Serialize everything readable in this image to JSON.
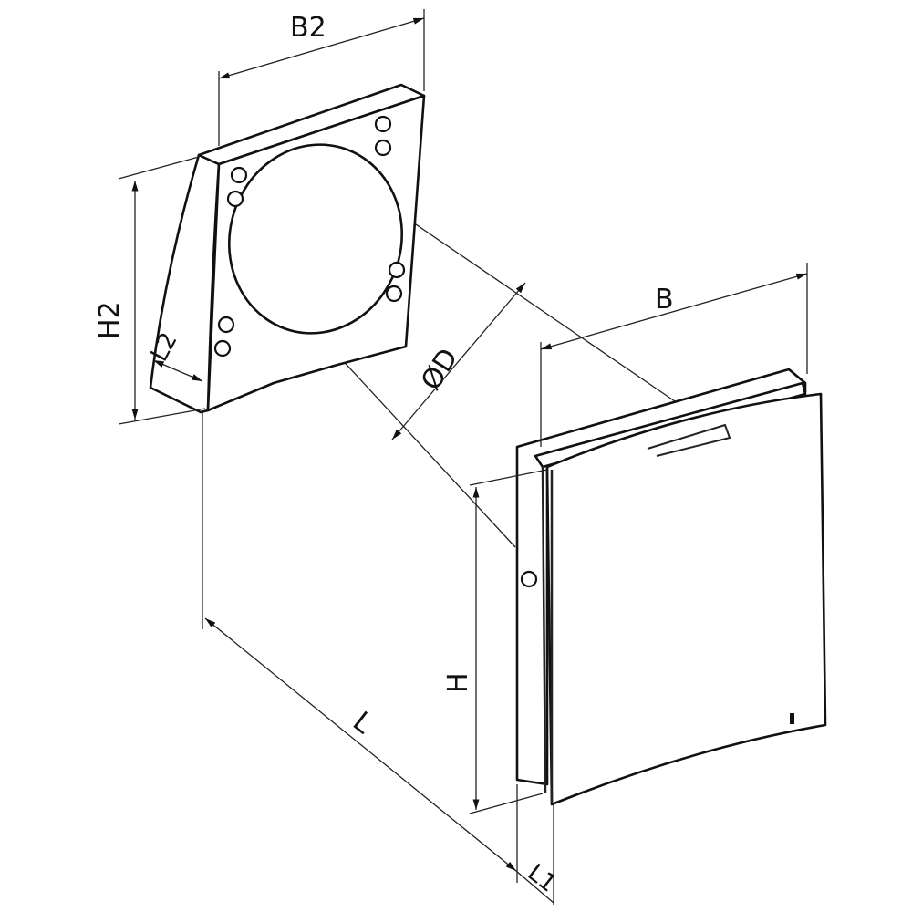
{
  "diagram": {
    "title": "Fan dimensional drawing",
    "labels": {
      "b2": "B2",
      "h2": "H2",
      "l2": "L2",
      "diameter": "ØD",
      "b": "B",
      "h": "H",
      "l": "L",
      "l1": "L1"
    }
  }
}
